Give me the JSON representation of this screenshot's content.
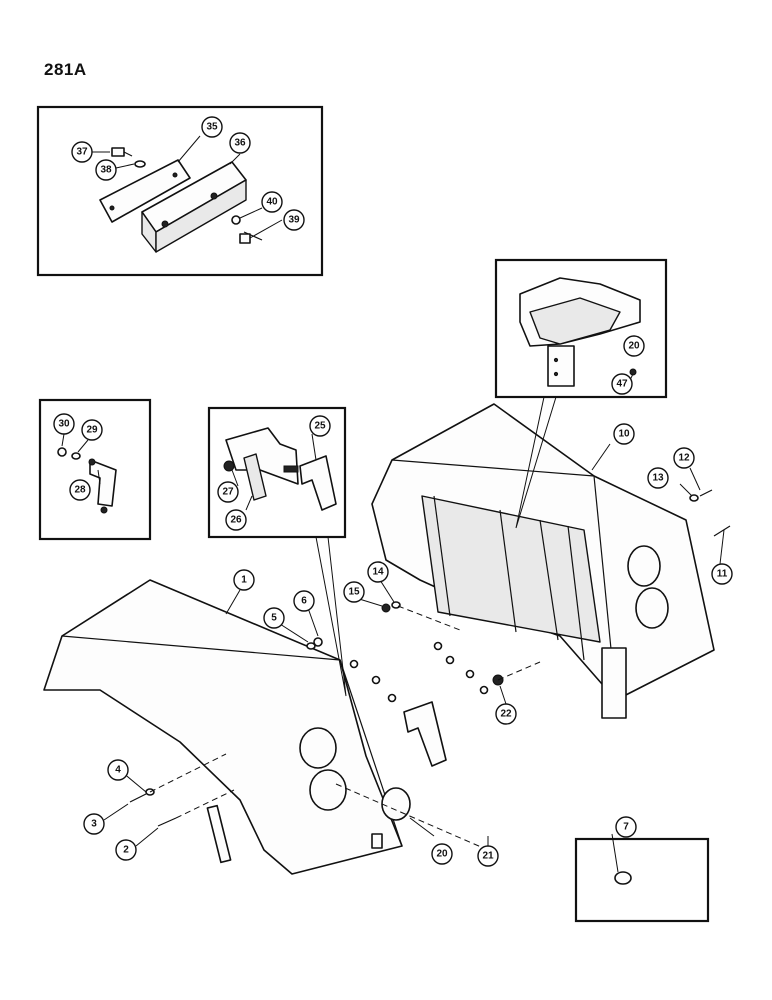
{
  "page": {
    "number": "281A"
  },
  "callouts": {
    "c1": "1",
    "c2": "2",
    "c3": "3",
    "c4": "4",
    "c5": "5",
    "c6": "6",
    "c7": "7",
    "c10": "10",
    "c11": "11",
    "c12": "12",
    "c13": "13",
    "c14": "14",
    "c15": "15",
    "c20a": "20",
    "c20b": "20",
    "c21": "21",
    "c22": "22",
    "c25": "25",
    "c26": "26",
    "c27": "27",
    "c28": "28",
    "c29": "29",
    "c30": "30",
    "c35": "35",
    "c36": "36",
    "c37": "37",
    "c38": "38",
    "c39": "39",
    "c40": "40",
    "c47": "47"
  }
}
